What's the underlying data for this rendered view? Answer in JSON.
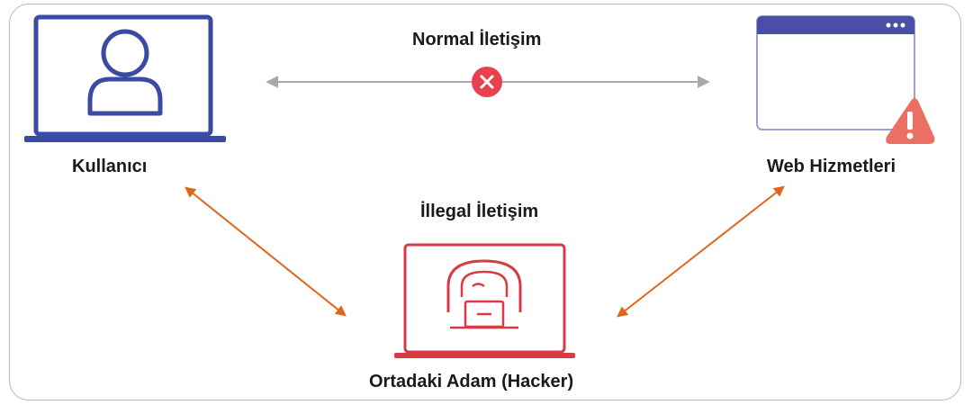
{
  "labels": {
    "normal_communication": "Normal İletişim",
    "illegal_communication": "İllegal İletişim",
    "user": "Kullanıcı",
    "web_services": "Web Hizmetleri",
    "man_in_the_middle": "Ortadaki Adam (Hacker)"
  },
  "colors": {
    "user_laptop": "#3b4aa3",
    "web_window": "#4a4fa6",
    "hacker_laptop": "#d93a45",
    "illegal_arrow": "#e0661a",
    "normal_arrow": "#a9a9a9",
    "blocked_badge": "#e8424e",
    "warning_icon": "#e97062",
    "frame_border": "#b9b9b9"
  },
  "icons": {
    "user_device": "laptop-user-icon",
    "web_device": "browser-window-icon",
    "hacker_device": "laptop-hacker-icon",
    "blocked": "close-circle-icon",
    "warning": "warning-triangle-icon"
  }
}
